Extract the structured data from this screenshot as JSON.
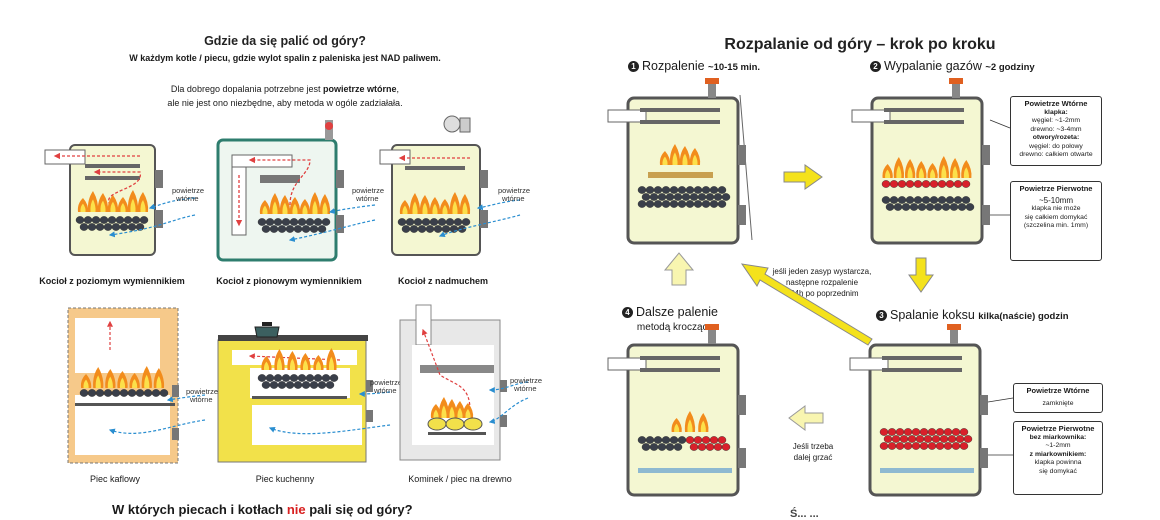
{
  "left": {
    "title": "Gdzie da się palić od góry?",
    "subtitle": "W każdym kotle / piecu, gdzie wylot spalin z paleniska jest NAD paliwem.",
    "note_pre": "Dla dobrego dopalania potrzebne jest ",
    "note_bold": "powietrze wtórne",
    "note_post": ",",
    "note_line2": "ale nie jest ono niezbędne, aby metoda w ogóle zadziałała.",
    "air_label": "powietrze wtórne",
    "captions": [
      "Kocioł z poziomym wymiennikiem",
      "Kocioł z pionowym wymiennikiem",
      "Kocioł z nadmuchem",
      "Piec kaflowy",
      "Piec kuchenny",
      "Kominek / piec na drewno"
    ],
    "bottom_pre": "W których piecach i kotłach ",
    "bottom_red": "nie",
    "bottom_post": " pali się od góry?"
  },
  "right": {
    "title": "Rozpalanie od góry – krok po kroku",
    "steps": [
      {
        "num": "1",
        "name": "Rozpalenie",
        "time": "~10-15 min."
      },
      {
        "num": "2",
        "name": "Wypalanie gazów",
        "time": "~2 godziny"
      },
      {
        "num": "3",
        "name": "Spalanie koksu",
        "time": "kilka(naście) godzin"
      },
      {
        "num": "4",
        "name": "Dalsze palenie",
        "line2": "metodą kroczącą"
      }
    ],
    "note_return": [
      "jeśli jeden zasyp wystarcza,",
      "następne rozpalenie",
      "~24h po poprzednim"
    ],
    "note_next": [
      "Jeśli trzeba",
      "dalej grzać"
    ],
    "box_sec_top": {
      "title": "Powietrze Wtórne",
      "lines": [
        "klapka:",
        "węgiel: ~1-2mm",
        "drewno: ~3-4mm",
        "otwory/rozeta:",
        "węgiel: do połowy",
        "drewno: całkiem otwarte"
      ]
    },
    "box_pri_top": {
      "title": "Powietrze Pierwotne",
      "lines": [
        "~5-10mm",
        "klapka nie może",
        "się całkiem domykać",
        "(szczelina min. 1mm)"
      ]
    },
    "box_sec_bot": {
      "title": "Powietrze Wtórne",
      "lines": [
        "zamknięte"
      ]
    },
    "box_pri_bot": {
      "title": "Powietrze Pierwotne",
      "lines": [
        "bez miarkownika:",
        "~1-2mm",
        "z miarkownikiem:",
        "klapka powinna",
        "się domykać"
      ]
    },
    "bottom_partial": "Ś... ..."
  },
  "colors": {
    "boiler_fill": "#f4f7d2",
    "boiler_edge": "#555555",
    "arrow_yellow": "#f4e21c",
    "arrow_pale": "#f8f5b0",
    "fire_orange": "#f28c1c",
    "fire_yellow": "#fce04a",
    "coal": "#3a3f4a",
    "ember": "#d8202a",
    "air_blue": "#2a8ed0",
    "tile_orange": "#f6c98a",
    "kitchen_yellow": "#f2e14a",
    "flue_red": "#e04040"
  }
}
